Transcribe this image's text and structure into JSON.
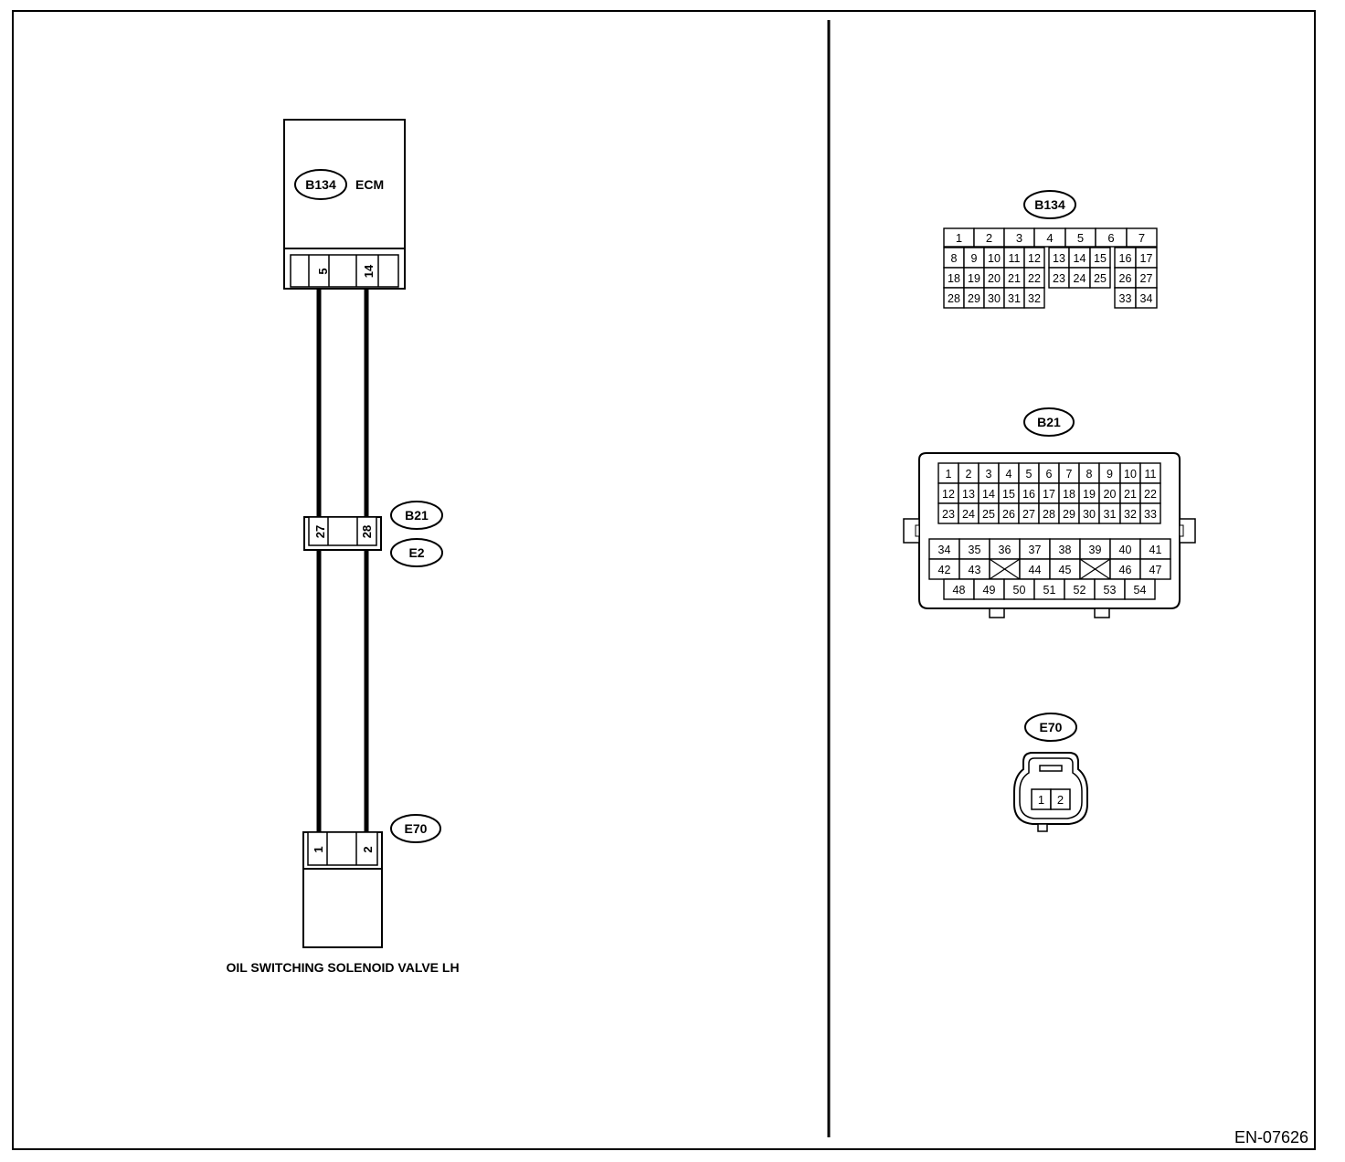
{
  "ecm": {
    "connector_id": "B134",
    "name": "ECM",
    "pins": [
      "5",
      "14"
    ]
  },
  "inline_connector": {
    "id_top": "B21",
    "id_bottom": "E2",
    "pins": [
      "27",
      "28"
    ]
  },
  "valve": {
    "connector_id": "E70",
    "name": "OIL SWITCHING SOLENOID VALVE LH",
    "pins": [
      "1",
      "2"
    ]
  },
  "face_b134": {
    "label": "B134",
    "rows": [
      [
        "1",
        "2",
        "3",
        "4",
        "5",
        "6",
        "7"
      ],
      [
        "8",
        "9",
        "10",
        "11",
        "12",
        "13",
        "14",
        "15",
        "16",
        "17"
      ],
      [
        "18",
        "19",
        "20",
        "21",
        "22",
        "23",
        "24",
        "25",
        "26",
        "27"
      ],
      [
        "28",
        "29",
        "30",
        "31",
        "32",
        "33",
        "34"
      ]
    ]
  },
  "face_b21": {
    "label": "B21",
    "rows": [
      [
        "1",
        "2",
        "3",
        "4",
        "5",
        "6",
        "7",
        "8",
        "9",
        "10",
        "11"
      ],
      [
        "12",
        "13",
        "14",
        "15",
        "16",
        "17",
        "18",
        "19",
        "20",
        "21",
        "22"
      ],
      [
        "23",
        "24",
        "25",
        "26",
        "27",
        "28",
        "29",
        "30",
        "31",
        "32",
        "33"
      ],
      [
        "34",
        "35",
        "36",
        "37",
        "38",
        "39",
        "40",
        "41"
      ],
      [
        "42",
        "43",
        "44",
        "45",
        "46",
        "47"
      ],
      [
        "48",
        "49",
        "50",
        "51",
        "52",
        "53",
        "54"
      ]
    ]
  },
  "face_e70": {
    "label": "E70",
    "pins": [
      "1",
      "2"
    ]
  },
  "figure_code": "EN-07626"
}
